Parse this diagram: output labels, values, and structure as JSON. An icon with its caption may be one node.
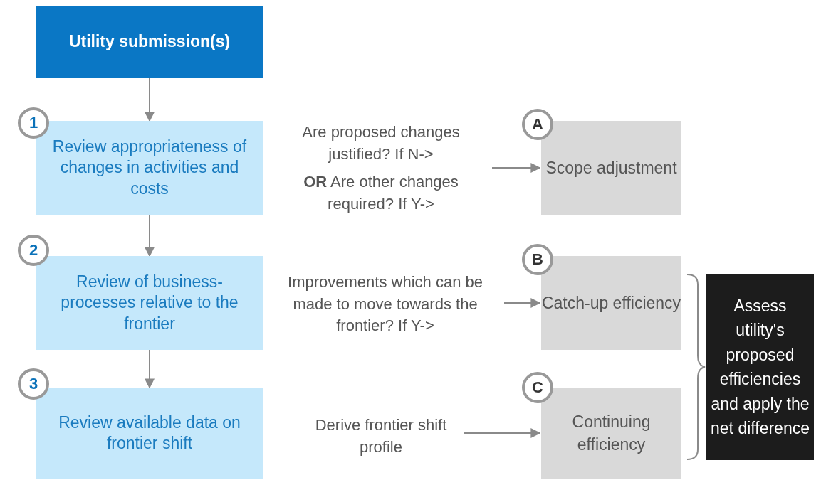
{
  "diagram": {
    "nodes": [
      {
        "text": [
          "Utility submission(s)"
        ]
      },
      {
        "text": [
          "1"
        ]
      },
      {
        "text": [
          "Review appropriateness of changes in activities and costs"
        ]
      },
      {
        "text": [
          "Are proposed changes justified? If N->",
          "**OR** Are other changes required? If Y->"
        ]
      },
      {
        "text": [
          "A"
        ]
      },
      {
        "text": [
          "Scope adjustment"
        ]
      },
      {
        "text": [
          "2"
        ]
      },
      {
        "text": [
          "Review of business-processes relative to the frontier"
        ]
      },
      {
        "text": [
          "Improvements which can be made to move towards the frontier? If Y->"
        ]
      },
      {
        "text": [
          "B"
        ]
      },
      {
        "text": [
          "Catch-up efficiency"
        ]
      },
      {
        "text": [
          "3"
        ]
      },
      {
        "text": [
          "Review available data on frontier shift"
        ]
      },
      {
        "text": [
          "Derive frontier shift profile"
        ]
      },
      {
        "text": [
          "C"
        ]
      },
      {
        "text": [
          "Continuing efficiency"
        ]
      },
      {
        "text": [
          "Assess utility's proposed efficiencies and apply the net difference"
        ]
      }
    ],
    "edges": [
      {
        "from": 0,
        "to": 2,
        "arrow": "to"
      },
      {
        "from": 2,
        "to": 7,
        "arrow": "to"
      },
      {
        "from": 7,
        "to": 12,
        "arrow": "to"
      },
      {
        "from": 3,
        "to": 5,
        "arrow": "to"
      },
      {
        "from": 8,
        "to": 10,
        "arrow": "to"
      },
      {
        "from": 13,
        "to": 15,
        "arrow": "to"
      }
    ]
  }
}
